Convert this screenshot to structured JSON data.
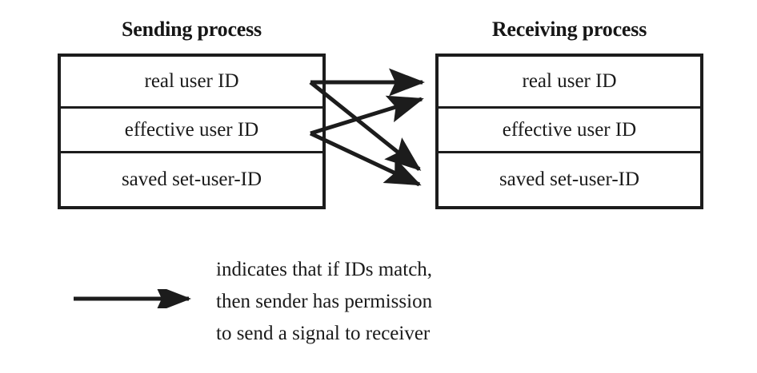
{
  "figure": {
    "description": "Signal sending permission: sender real/effective user IDs compared against receiver real user ID and saved set-user-ID"
  },
  "sending": {
    "title": "Sending process",
    "rows": [
      {
        "label": "real user ID"
      },
      {
        "label": "effective user ID"
      },
      {
        "label": "saved set-user-ID"
      }
    ]
  },
  "receiving": {
    "title": "Receiving process",
    "rows": [
      {
        "label": "real user ID"
      },
      {
        "label": "effective user ID"
      },
      {
        "label": "saved set-user-ID"
      }
    ]
  },
  "arrows": [
    {
      "from": "sending.real user ID",
      "to": "receiving.real user ID"
    },
    {
      "from": "sending.real user ID",
      "to": "receiving.saved set-user-ID"
    },
    {
      "from": "sending.effective user ID",
      "to": "receiving.real user ID"
    },
    {
      "from": "sending.effective user ID",
      "to": "receiving.saved set-user-ID"
    }
  ],
  "legend": {
    "lines": [
      "indicates that if IDs match,",
      "then sender has permission",
      "to send a signal to receiver"
    ]
  },
  "colors": {
    "ink": "#1a1a1a",
    "stroke": "#1c1c1c",
    "background": "#ffffff"
  }
}
